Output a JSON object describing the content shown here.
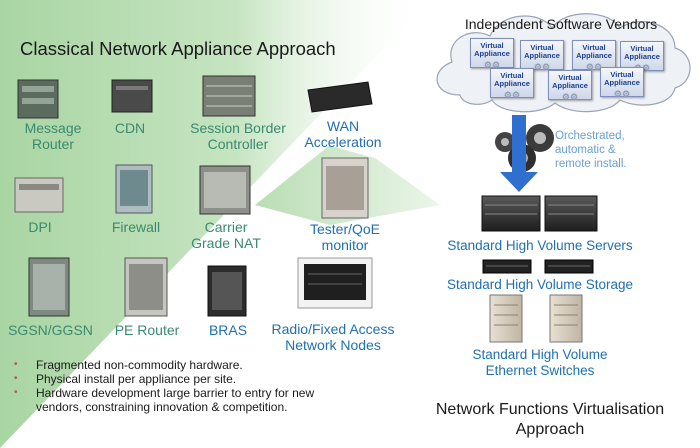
{
  "title_left": "Classical Network Appliance Approach",
  "appliances": [
    {
      "id": "message-router",
      "lines": [
        "Message",
        "Router"
      ]
    },
    {
      "id": "cdn",
      "lines": [
        "CDN"
      ]
    },
    {
      "id": "session-border-controller",
      "lines": [
        "Session Border",
        "Controller"
      ]
    },
    {
      "id": "wan-acceleration",
      "lines": [
        "WAN",
        "Acceleration"
      ]
    },
    {
      "id": "dpi",
      "lines": [
        "DPI"
      ]
    },
    {
      "id": "firewall",
      "lines": [
        "Firewall"
      ]
    },
    {
      "id": "carrier-grade-nat",
      "lines": [
        "Carrier",
        "Grade NAT"
      ]
    },
    {
      "id": "tester-qoe",
      "lines": [
        "Tester/QoE",
        "monitor"
      ]
    },
    {
      "id": "sgsn-ggsn",
      "lines": [
        "SGSN/GGSN"
      ]
    },
    {
      "id": "pe-router",
      "lines": [
        "PE Router"
      ]
    },
    {
      "id": "bras",
      "lines": [
        "BRAS"
      ]
    },
    {
      "id": "radio-fixed-access",
      "lines": [
        "Radio/Fixed Access",
        "Network Nodes"
      ]
    }
  ],
  "bullets": [
    "Fragmented non-commodity hardware.",
    "Physical install per appliance per site.",
    "Hardware development large barrier to entry for new",
    "vendors, constraining innovation & competition."
  ],
  "isv_title": "Independent Software Vendors",
  "virtual_appliance_label": [
    "Virtual",
    "Appliance"
  ],
  "orchestration_note": [
    "Orchestrated,",
    "automatic &",
    "remote install."
  ],
  "nfv_labels": {
    "servers": "Standard High Volume Servers",
    "storage": "Standard High Volume Storage",
    "switches": [
      "Standard High Volume",
      "Ethernet Switches"
    ]
  },
  "nfv_title": [
    "Network Functions Virtualisation",
    "Approach"
  ],
  "colors": {
    "green_wedge": "#b9ddb4",
    "appliance_text": "#3a8a6e",
    "nfv_text": "#1f6fb2",
    "arrow_blue": "#2f6fd0",
    "bullet_marker": "#c0504d"
  }
}
